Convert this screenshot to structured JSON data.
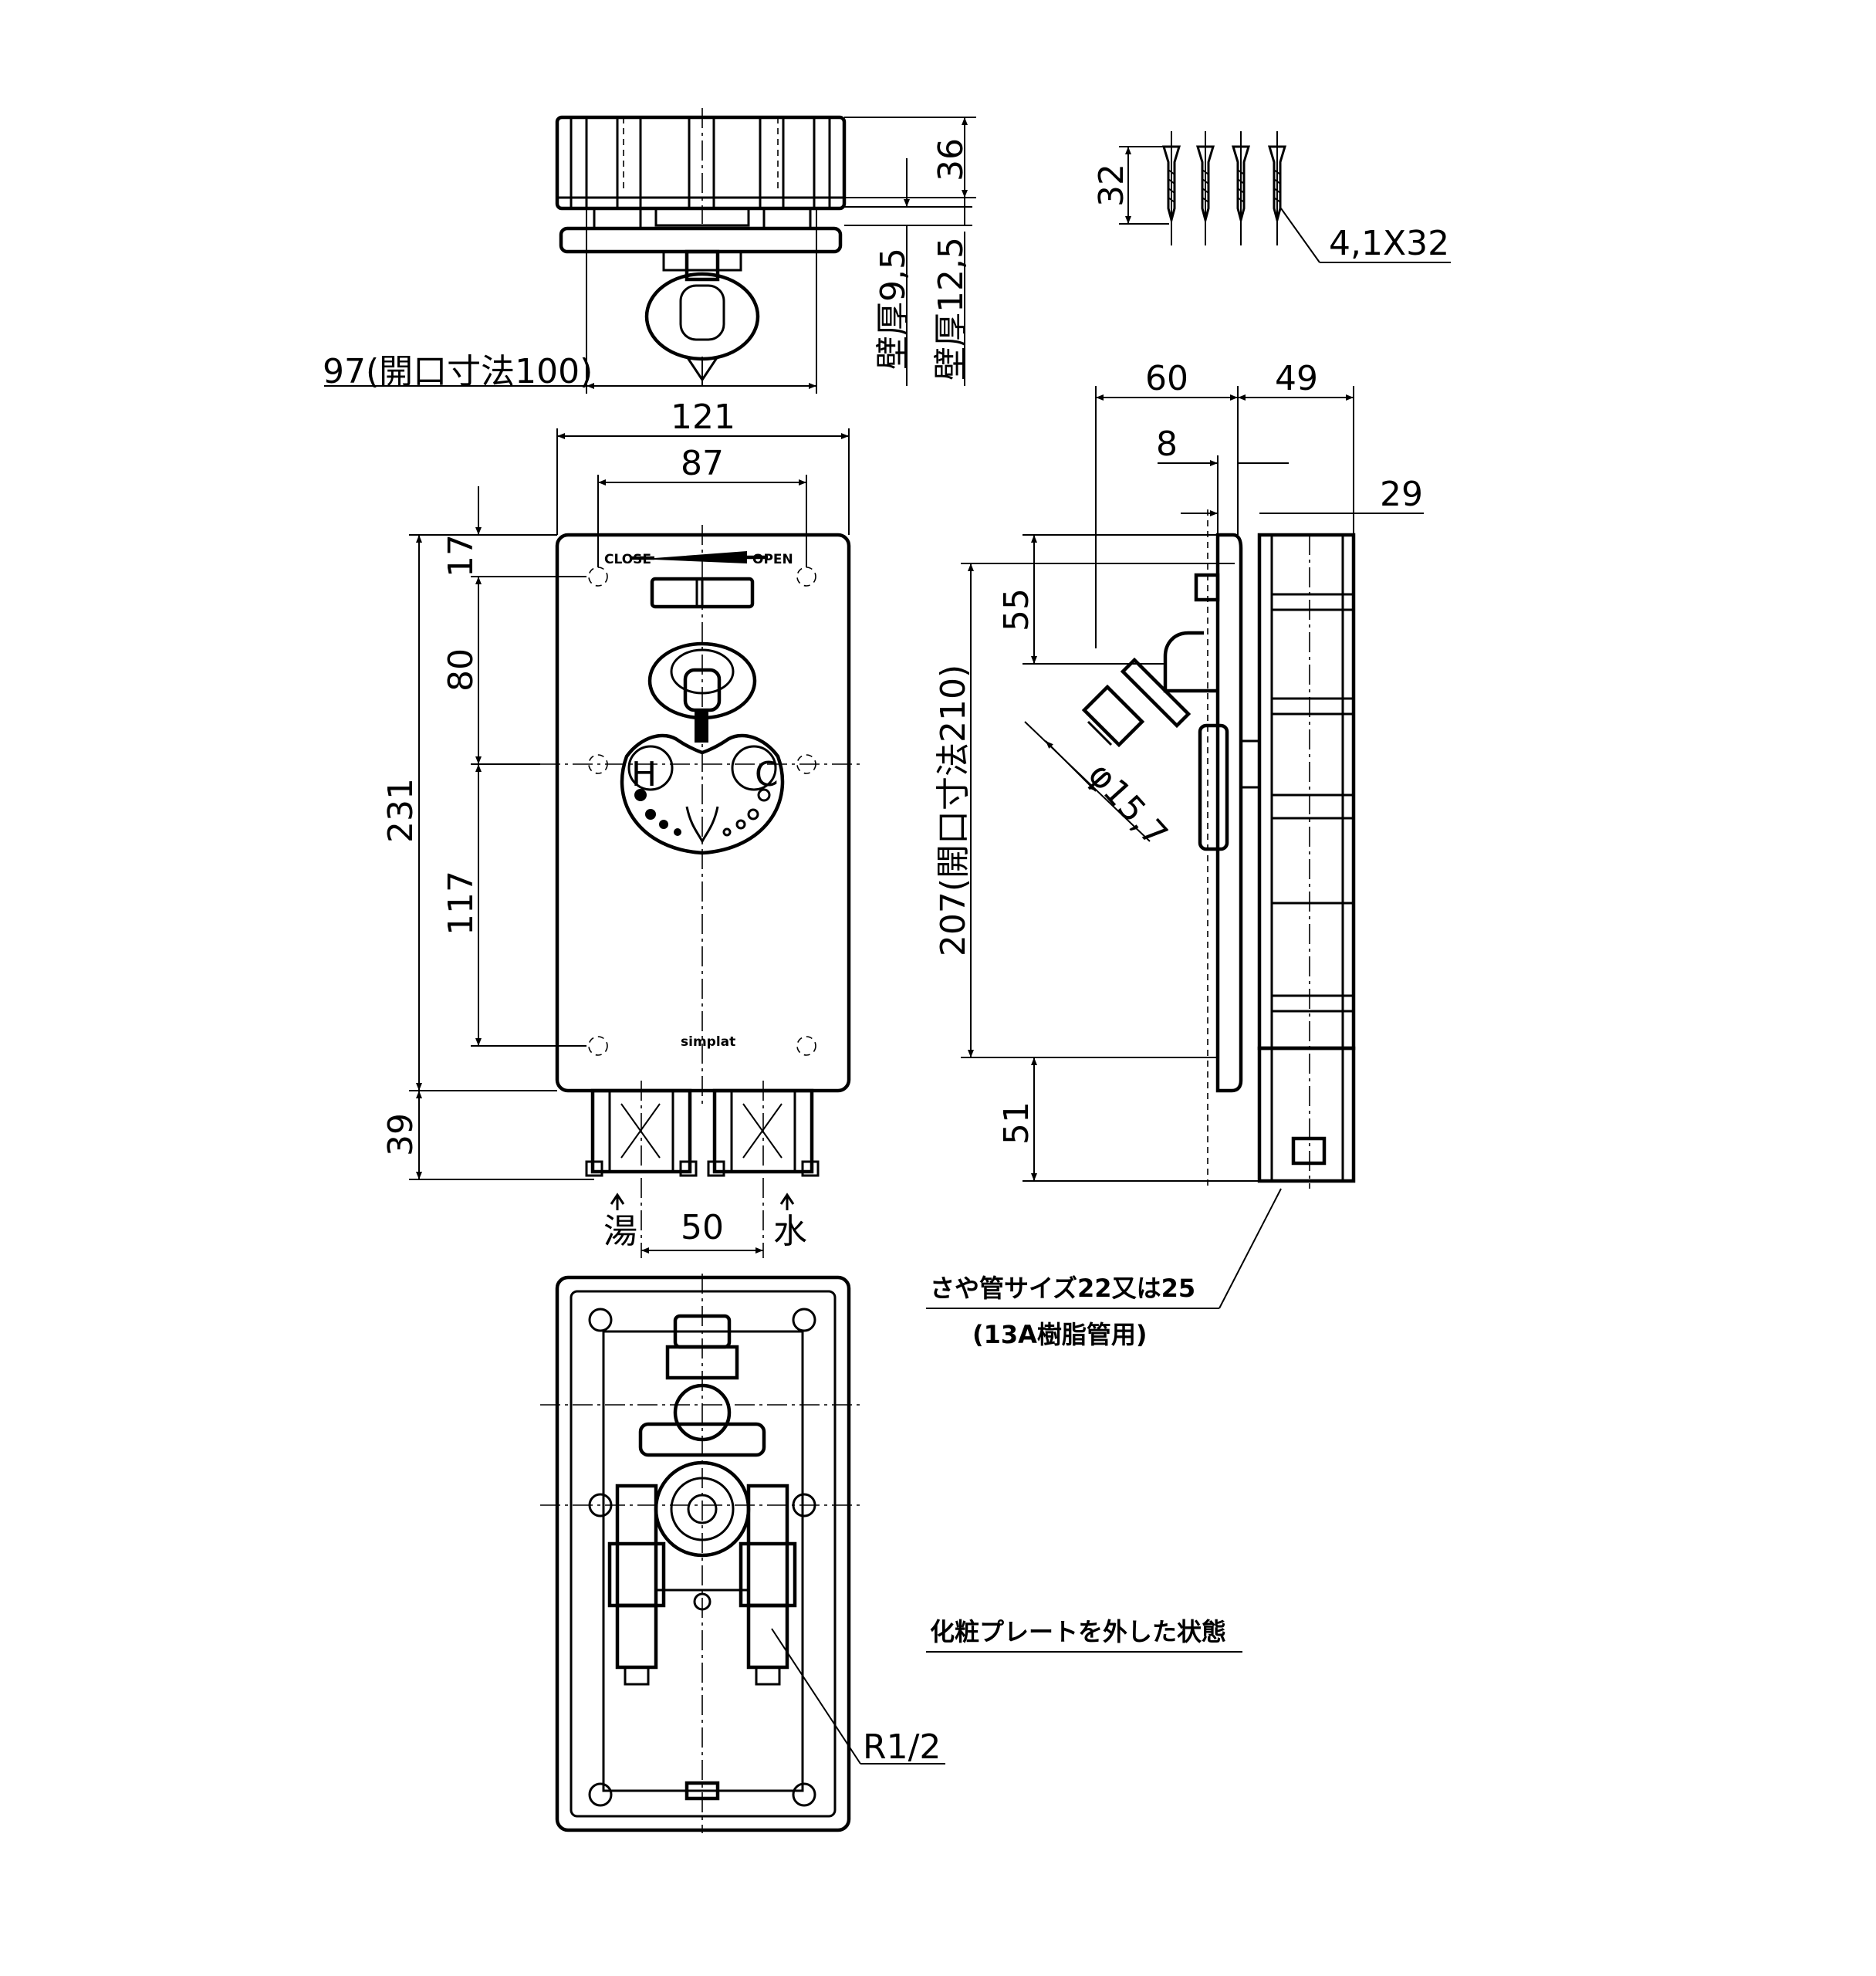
{
  "top_view": {
    "height_36": "36",
    "wall_9_5": "壁厚9,5",
    "wall_12_5": "壁厚12,5",
    "opening_97": "97(開口寸法100)"
  },
  "screws": {
    "length_32": "32",
    "spec": "4,1X32"
  },
  "front_view": {
    "width_121": "121",
    "width_87": "87",
    "height_17": "17",
    "height_80": "80",
    "height_231": "231",
    "height_117": "117",
    "height_39": "39",
    "spacing_50": "50",
    "close_label": "CLOSE",
    "open_label": "OPEN",
    "hot_mark": "H",
    "cold_mark": "C",
    "brand": "simplat",
    "hot_label": "湯",
    "cold_label": "水"
  },
  "side_view": {
    "depth_60": "60",
    "depth_49": "49",
    "depth_8": "8",
    "depth_29": "29",
    "height_55": "55",
    "height_207": "207(開口寸法210)",
    "diameter": "φ15,7",
    "height_51": "51"
  },
  "notes": {
    "sheath_pipe": "さや管サイズ22又は25",
    "resin_pipe": "(13A樹脂管用)",
    "plate_removed": "化粧プレートを外した状態",
    "thread": "R1/2"
  }
}
